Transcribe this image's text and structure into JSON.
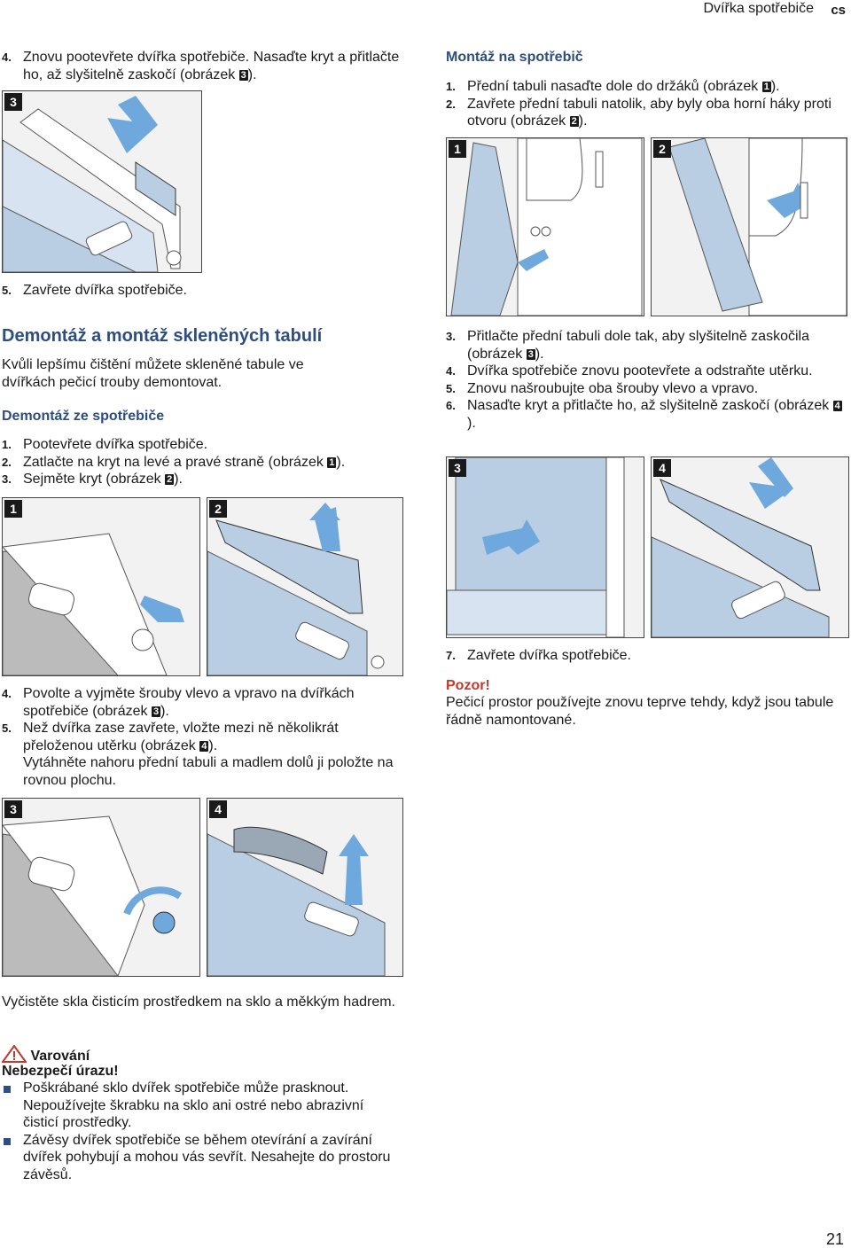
{
  "header": {
    "title": "Dvířka spotřebiče",
    "lang": "cs"
  },
  "left_top": {
    "step4_num": "4.",
    "step4_text_a": "Znovu pootevřete dvířka spotřebiče. Nasaďte kryt a přitlačte ho, až slyšitelně zaskočí (obrázek ",
    "step4_ref": "3",
    "step4_text_b": ").",
    "fig_label": "3",
    "step5_num": "5.",
    "step5_text": "Zavřete dvířka spotřebiče."
  },
  "section": {
    "title": "Demontáž a montáž skleněných tabulí",
    "intro": "Kvůli lepšímu čištění můžete skleněné tabule ve dvířkách pečicí trouby demontovat.",
    "sub_title": "Demontáž ze spotřebiče",
    "steps": [
      {
        "num": "1.",
        "text_a": "Pootevřete dvířka spotřebiče.",
        "ref": "",
        "text_b": ""
      },
      {
        "num": "2.",
        "text_a": "Zatlačte na kryt na levé a pravé straně (obrázek ",
        "ref": "1",
        "text_b": ")."
      },
      {
        "num": "3.",
        "text_a": "Sejměte kryt (obrázek ",
        "ref": "2",
        "text_b": ")."
      }
    ],
    "fig_labels": [
      "1",
      "2"
    ],
    "steps2": [
      {
        "num": "4.",
        "text_a": "Povolte a vyjměte šrouby vlevo a vpravo na dvířkách spotřebiče (obrázek ",
        "ref": "3",
        "text_b": ")."
      },
      {
        "num": "5.",
        "text_a": "Než dvířka zase zavřete, vložte mezi ně několikrát přeloženou utěrku (obrázek ",
        "ref": "4",
        "text_b": ")."
      }
    ],
    "step5_extra": "Vytáhněte nahoru přední tabuli a madlem dolů ji položte na rovnou plochu.",
    "fig_labels2": [
      "3",
      "4"
    ],
    "clean_text": "Vyčistěte skla čisticím prostředkem na sklo a měkkým hadrem.",
    "warning_title": "Varování",
    "danger": "Nebezpečí úrazu!",
    "bullets": [
      "Poškrábané sklo dvířek spotřebiče může prasknout. Nepoužívejte škrabku na sklo ani ostré nebo abrazivní čisticí prostředky.",
      "Závěsy dvířek spotřebiče se během otevírání a zavírání dvířek pohybují a mohou vás sevřít. Nesahejte do prostoru závěsů."
    ]
  },
  "right": {
    "title": "Montáž na spotřebič",
    "steps": [
      {
        "num": "1.",
        "text_a": "Přední tabuli nasaďte dole do držáků (obrázek ",
        "ref": "1",
        "text_b": ")."
      },
      {
        "num": "2.",
        "text_a": "Zavřete přední tabuli natolik, aby byly oba horní háky proti otvoru (obrázek ",
        "ref": "2",
        "text_b": ")."
      }
    ],
    "fig_labels": [
      "1",
      "2"
    ],
    "steps2": [
      {
        "num": "3.",
        "text_a": "Přitlačte přední tabuli dole tak, aby slyšitelně zaskočila (obrázek ",
        "ref": "3",
        "text_b": ")."
      },
      {
        "num": "4.",
        "text_a": "Dvířka spotřebiče znovu pootevřete a odstraňte utěrku.",
        "ref": "",
        "text_b": ""
      },
      {
        "num": "5.",
        "text_a": "Znovu našroubujte oba šrouby vlevo a vpravo.",
        "ref": "",
        "text_b": ""
      },
      {
        "num": "6.",
        "text_a": "Nasaďte kryt a přitlačte ho, až slyšitelně zaskočí (obrázek ",
        "ref": "4",
        "text_b": ")."
      }
    ],
    "fig_labels2": [
      "3",
      "4"
    ],
    "step7_num": "7.",
    "step7_text": "Zavřete dvířka spotřebiče.",
    "caution_title": "Pozor!",
    "caution_text": "Pečicí prostor používejte znovu teprve tehdy, když jsou tabule řádně namontované."
  },
  "page_number": "21",
  "colors": {
    "heading": "#2d4e7f",
    "glass": "#b9cde3",
    "arrow": "#6fa8dc",
    "warning_red": "#c0392b"
  }
}
